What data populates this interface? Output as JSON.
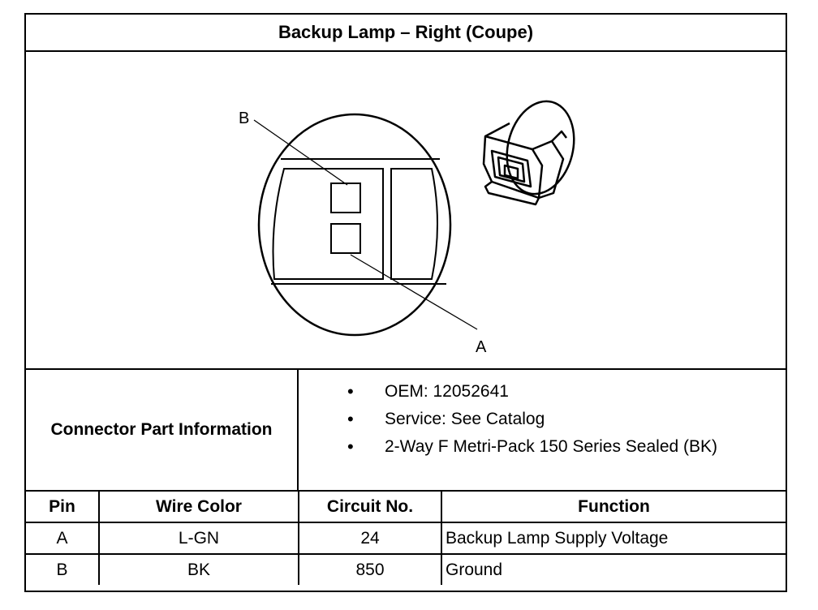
{
  "title": "Backup Lamp – Right (Coupe)",
  "diagram": {
    "callouts": [
      "B",
      "A"
    ]
  },
  "connector_info": {
    "label": "Connector Part Information",
    "items": [
      "OEM: 12052641",
      "Service: See Catalog",
      "2-Way F Metri-Pack 150 Series Sealed (BK)"
    ],
    "bullet": "•"
  },
  "pin_table": {
    "headers": [
      "Pin",
      "Wire Color",
      "Circuit No.",
      "Function"
    ],
    "rows": [
      [
        "A",
        "L-GN",
        "24",
        "Backup Lamp Supply Voltage"
      ],
      [
        "B",
        "BK",
        "850",
        "Ground"
      ]
    ]
  }
}
